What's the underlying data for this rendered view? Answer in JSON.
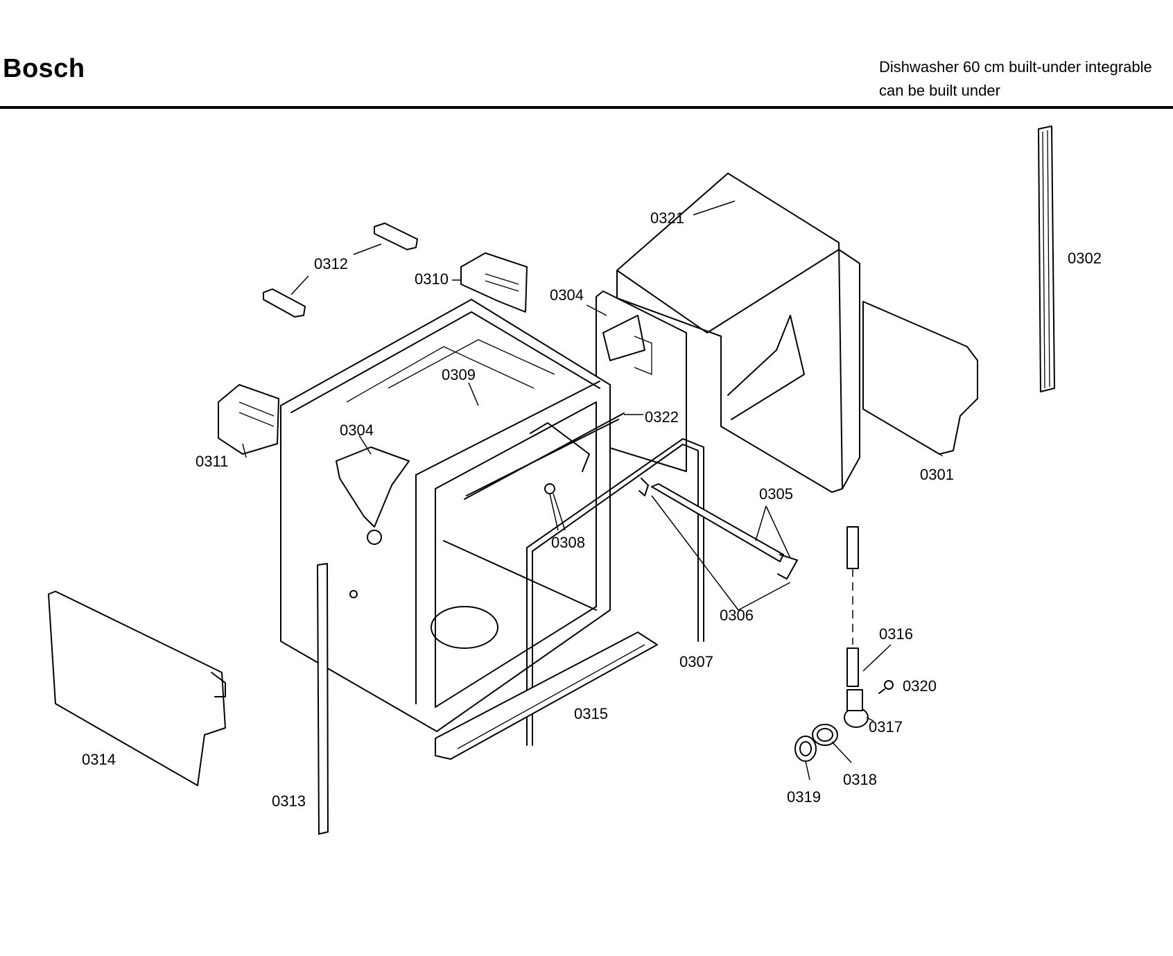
{
  "header": {
    "brand": "Bosch",
    "subtitle_line1": "Dishwasher 60 cm built-under integrable",
    "subtitle_line2": "can be built under"
  },
  "callouts": {
    "p0301": "0301",
    "p0302": "0302",
    "p0304a": "0304",
    "p0304b": "0304",
    "p0305": "0305",
    "p0306": "0306",
    "p0307": "0307",
    "p0308": "0308",
    "p0309": "0309",
    "p0310": "0310",
    "p0311": "0311",
    "p0312": "0312",
    "p0313": "0313",
    "p0314": "0314",
    "p0315": "0315",
    "p0316": "0316",
    "p0317": "0317",
    "p0318": "0318",
    "p0319": "0319",
    "p0320": "0320",
    "p0321": "0321",
    "p0322": "0322"
  }
}
